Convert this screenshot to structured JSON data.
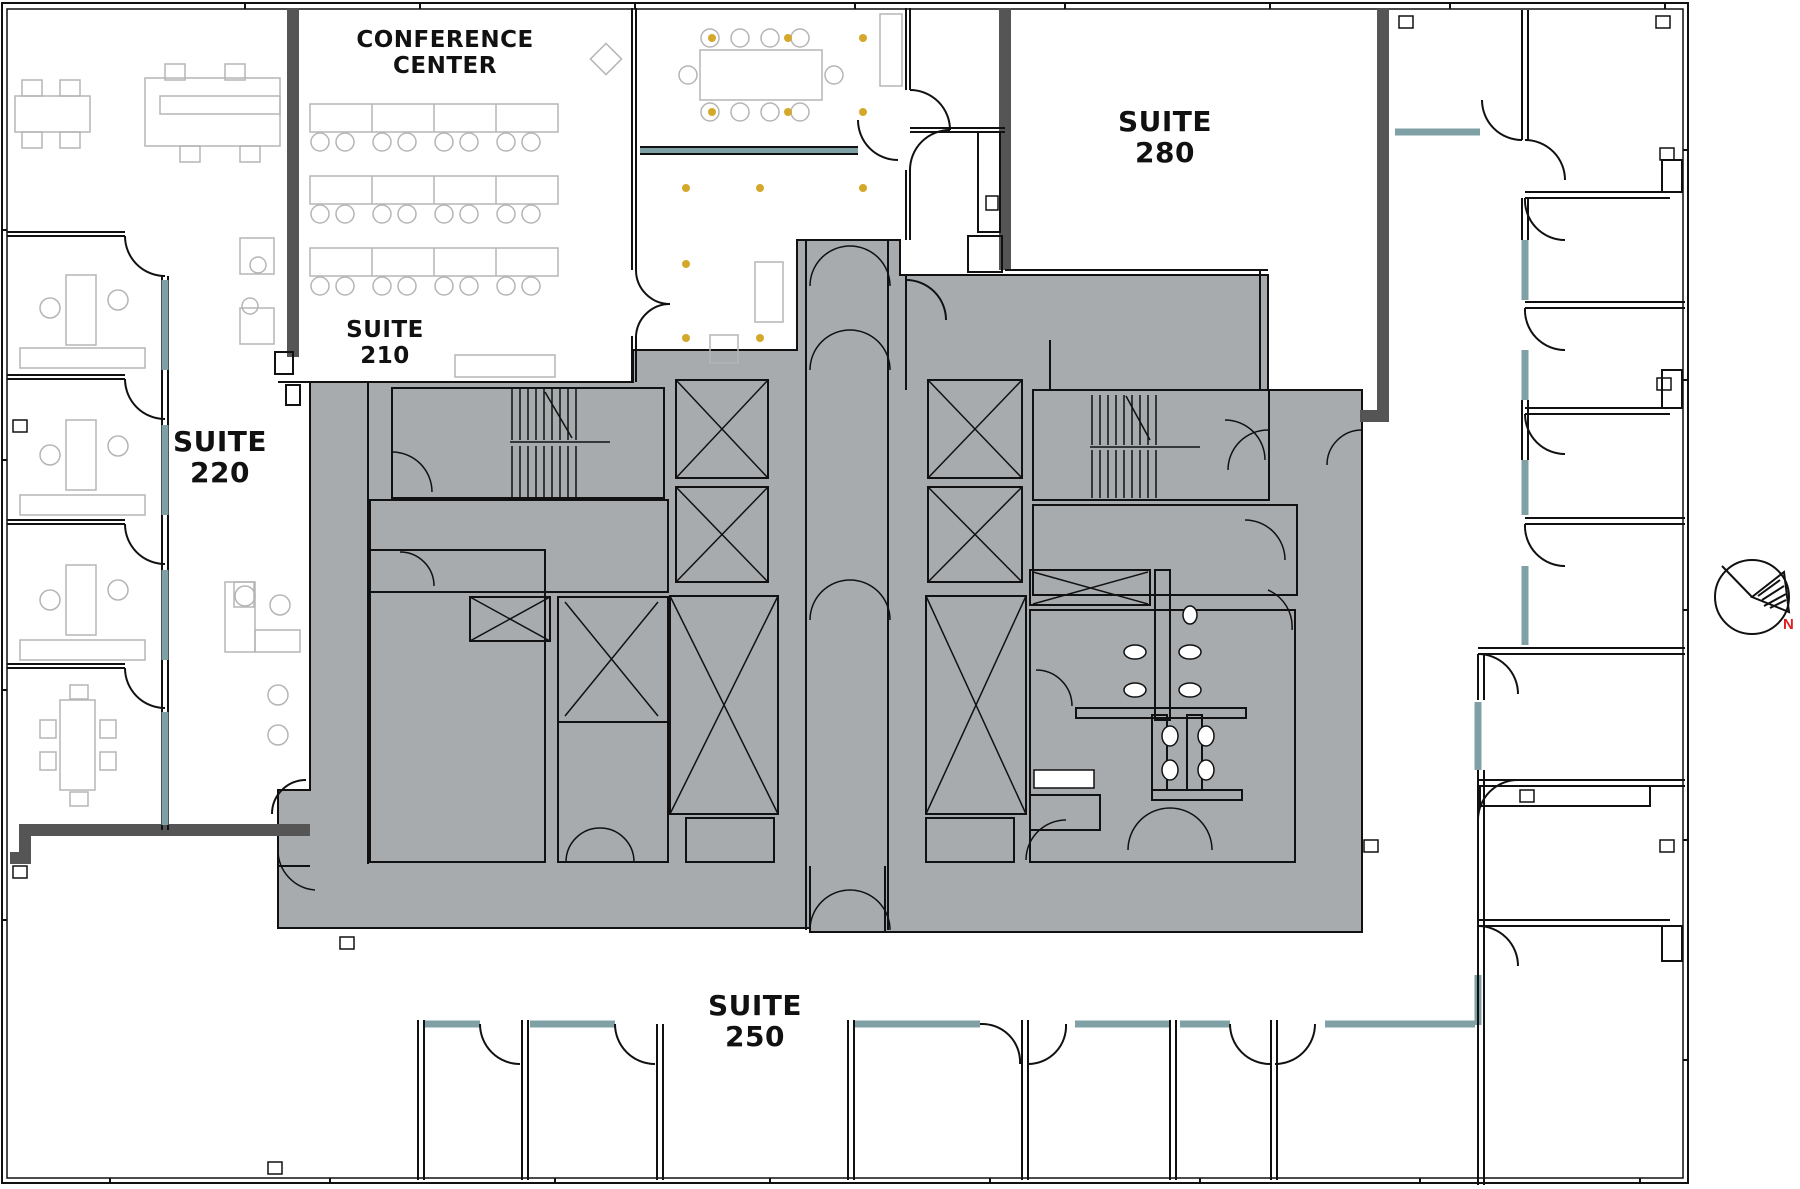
{
  "labels": {
    "conference": {
      "line1": "CONFERENCE",
      "line2": "CENTER"
    },
    "suite210": {
      "line1": "SUITE",
      "line2": "210"
    },
    "suite220": {
      "line1": "SUITE",
      "line2": "220"
    },
    "suite250": {
      "line1": "SUITE",
      "line2": "250"
    },
    "suite280": {
      "line1": "SUITE",
      "line2": "280"
    }
  },
  "compass": {
    "label": "N",
    "label_color": "#e02020"
  },
  "colors": {
    "core_fill": "#a8abad",
    "wall": "#111111",
    "demising_wall": "#555555",
    "glass": "#7fa0a4",
    "furniture": "#b5b5b5",
    "light_fixture": "#d4a82a"
  }
}
